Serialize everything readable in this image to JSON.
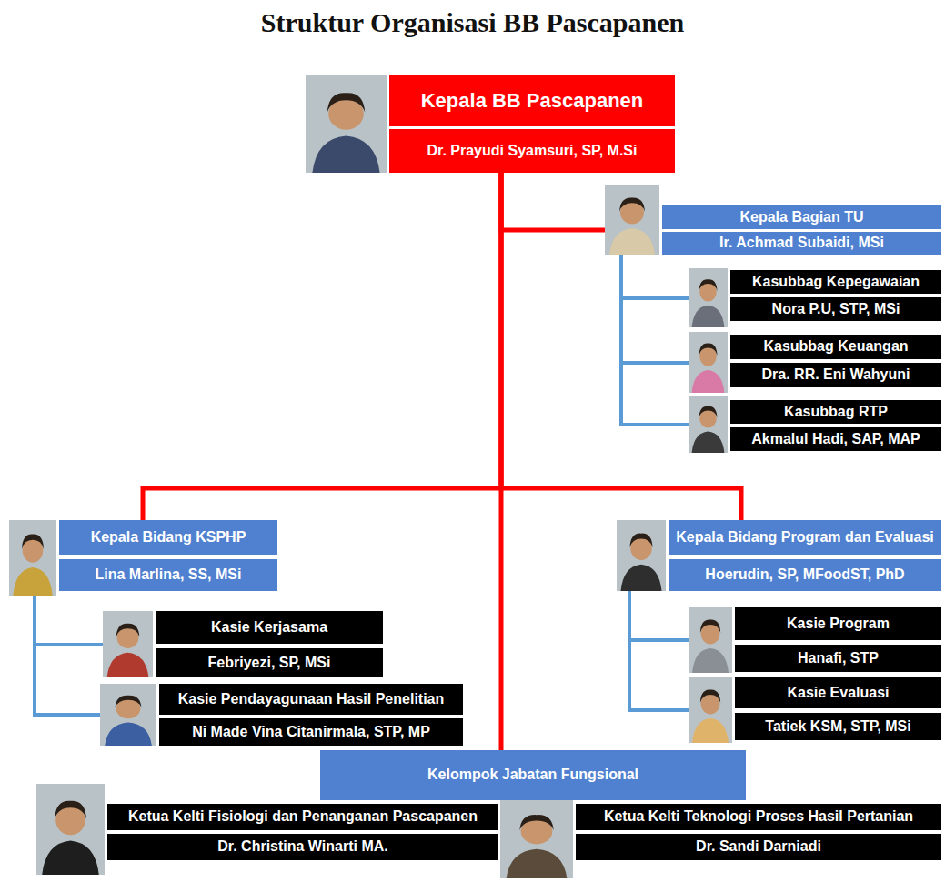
{
  "diagram": {
    "title": "Struktur Organisasi BB Pascapanen",
    "nodes": [
      {
        "text": [
          "Kepala BB Pascapanen",
          "Dr. Prayudi Syamsuri, SP, M.Si"
        ]
      },
      {
        "text": [
          "Kepala Bagian TU",
          "Ir. Achmad Subaidi, MSi"
        ]
      },
      {
        "text": [
          "Kasubbag Kepegawaian",
          "Nora P.U, STP, MSi"
        ]
      },
      {
        "text": [
          "Kasubbag Keuangan",
          "Dra. RR. Eni Wahyuni"
        ]
      },
      {
        "text": [
          "Kasubbag RTP",
          "Akmalul Hadi, SAP, MAP"
        ]
      },
      {
        "text": [
          "Kepala Bidang KSPHP",
          "Lina Marlina, SS, MSi"
        ]
      },
      {
        "text": [
          "Kepala Bidang Program dan Evaluasi",
          "Hoerudin, SP, MFoodST, PhD"
        ]
      },
      {
        "text": [
          "Kasie Kerjasama",
          "Febriyezi, SP, MSi"
        ]
      },
      {
        "text": [
          "Kasie Pendayagunaan Hasil Penelitian",
          "Ni Made Vina Citanirmala, STP, MP"
        ]
      },
      {
        "text": [
          "Kasie Program",
          "Hanafi, STP"
        ]
      },
      {
        "text": [
          "Kasie Evaluasi",
          "Tatiek KSM, STP, MSi"
        ]
      },
      {
        "text": [
          "Kelompok Jabatan Fungsional"
        ]
      },
      {
        "text": [
          "Ketua Kelti Fisiologi dan Penanganan Pascapanen",
          "Dr. Christina Winarti MA."
        ]
      },
      {
        "text": [
          "Ketua Kelti Teknologi Proses Hasil Pertanian",
          "Dr. Sandi Darniadi"
        ]
      }
    ],
    "edges": [
      {
        "from": 0,
        "to": 1,
        "arrow": "none"
      },
      {
        "from": 0,
        "to": 5,
        "arrow": "none"
      },
      {
        "from": 0,
        "to": 6,
        "arrow": "none"
      },
      {
        "from": 0,
        "to": 11,
        "arrow": "none"
      },
      {
        "from": 1,
        "to": 2,
        "arrow": "none"
      },
      {
        "from": 1,
        "to": 3,
        "arrow": "none"
      },
      {
        "from": 1,
        "to": 4,
        "arrow": "none"
      },
      {
        "from": 5,
        "to": 7,
        "arrow": "none"
      },
      {
        "from": 5,
        "to": 8,
        "arrow": "none"
      },
      {
        "from": 6,
        "to": 9,
        "arrow": "none"
      },
      {
        "from": 6,
        "to": 10,
        "arrow": "none"
      }
    ]
  }
}
